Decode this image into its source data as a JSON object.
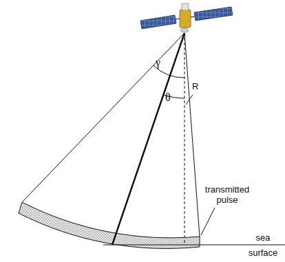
{
  "diagram": {
    "labels": [
      "γ",
      "θ",
      "R",
      "transmitted pulse",
      "sea surface"
    ]
  }
}
